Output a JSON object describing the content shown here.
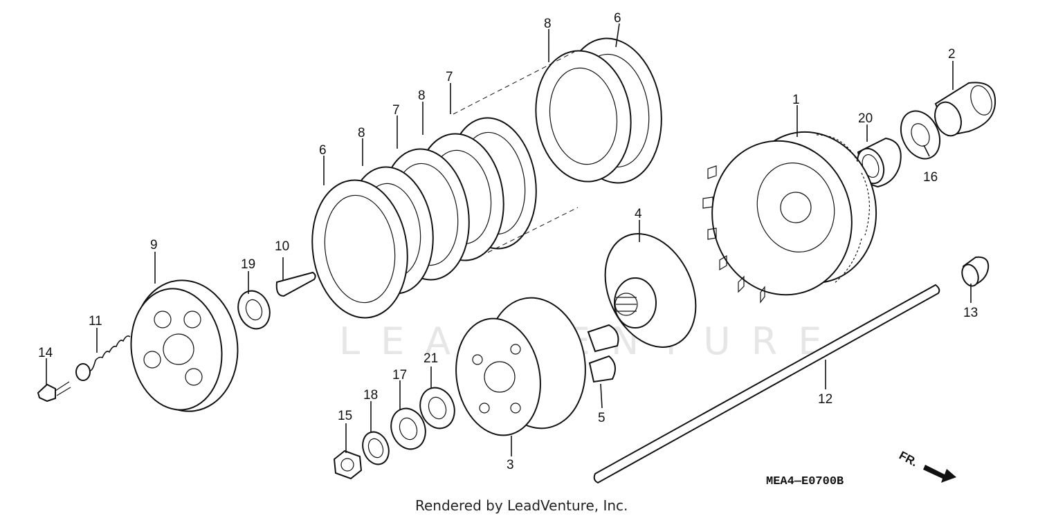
{
  "watermark": "LEADVENTURE",
  "diagram_code": "MEA4—E0700B",
  "footer": "Rendered by LeadVenture, Inc.",
  "direction_label": "FR.",
  "callouts": [
    "1",
    "2",
    "3",
    "4",
    "5",
    "6",
    "7",
    "8",
    "9",
    "10",
    "11",
    "12",
    "13",
    "14",
    "15",
    "16",
    "17",
    "18",
    "19",
    "20",
    "21"
  ],
  "callout_positions": [
    {
      "num": "1"
    },
    {
      "num": "2"
    },
    {
      "num": "20"
    },
    {
      "num": "16"
    },
    {
      "num": "6"
    },
    {
      "num": "8"
    },
    {
      "num": "7"
    },
    {
      "num": "8"
    },
    {
      "num": "7"
    },
    {
      "num": "8"
    },
    {
      "num": "6"
    },
    {
      "num": "9"
    },
    {
      "num": "10"
    },
    {
      "num": "19"
    },
    {
      "num": "11"
    },
    {
      "num": "14"
    },
    {
      "num": "4"
    },
    {
      "num": "5"
    },
    {
      "num": "3"
    },
    {
      "num": "21"
    },
    {
      "num": "17"
    },
    {
      "num": "18"
    },
    {
      "num": "15"
    },
    {
      "num": "12"
    },
    {
      "num": "13"
    }
  ]
}
